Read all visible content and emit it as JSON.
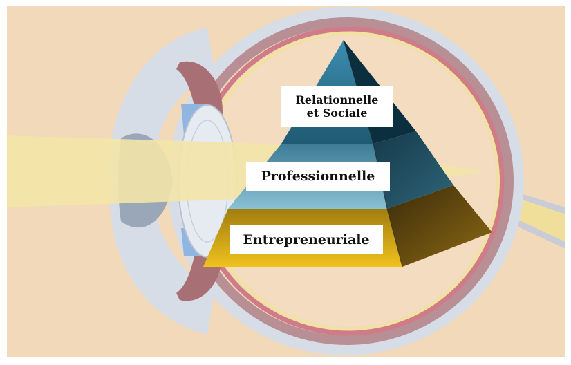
{
  "colors": {
    "background": "#f2d9b9",
    "eye_outer": "#d6dde6",
    "eye_muscle": "#b98f96",
    "retina": "#d07c88",
    "lens": "#e6ebf2",
    "iris": "#8fb6e0",
    "light_beam": "#f3e4a8",
    "optic_nerve": "#f0df9a",
    "pyramid_top_front": "#2d6f8c",
    "pyramid_top_side": "#0c2f40",
    "pyramid_mid_front": "#4f8ea8",
    "pyramid_mid_side": "#1d4a5d",
    "pyramid_bottom_front": "#c8a21a",
    "pyramid_bottom_side": "#7a5a10"
  },
  "pyramid": {
    "levels": [
      {
        "id": "top",
        "label_lines": [
          "Relationnelle",
          "et Sociale"
        ]
      },
      {
        "id": "middle",
        "label": "Professionnelle"
      },
      {
        "id": "bottom",
        "label": "Entrepreneuriale"
      }
    ]
  }
}
